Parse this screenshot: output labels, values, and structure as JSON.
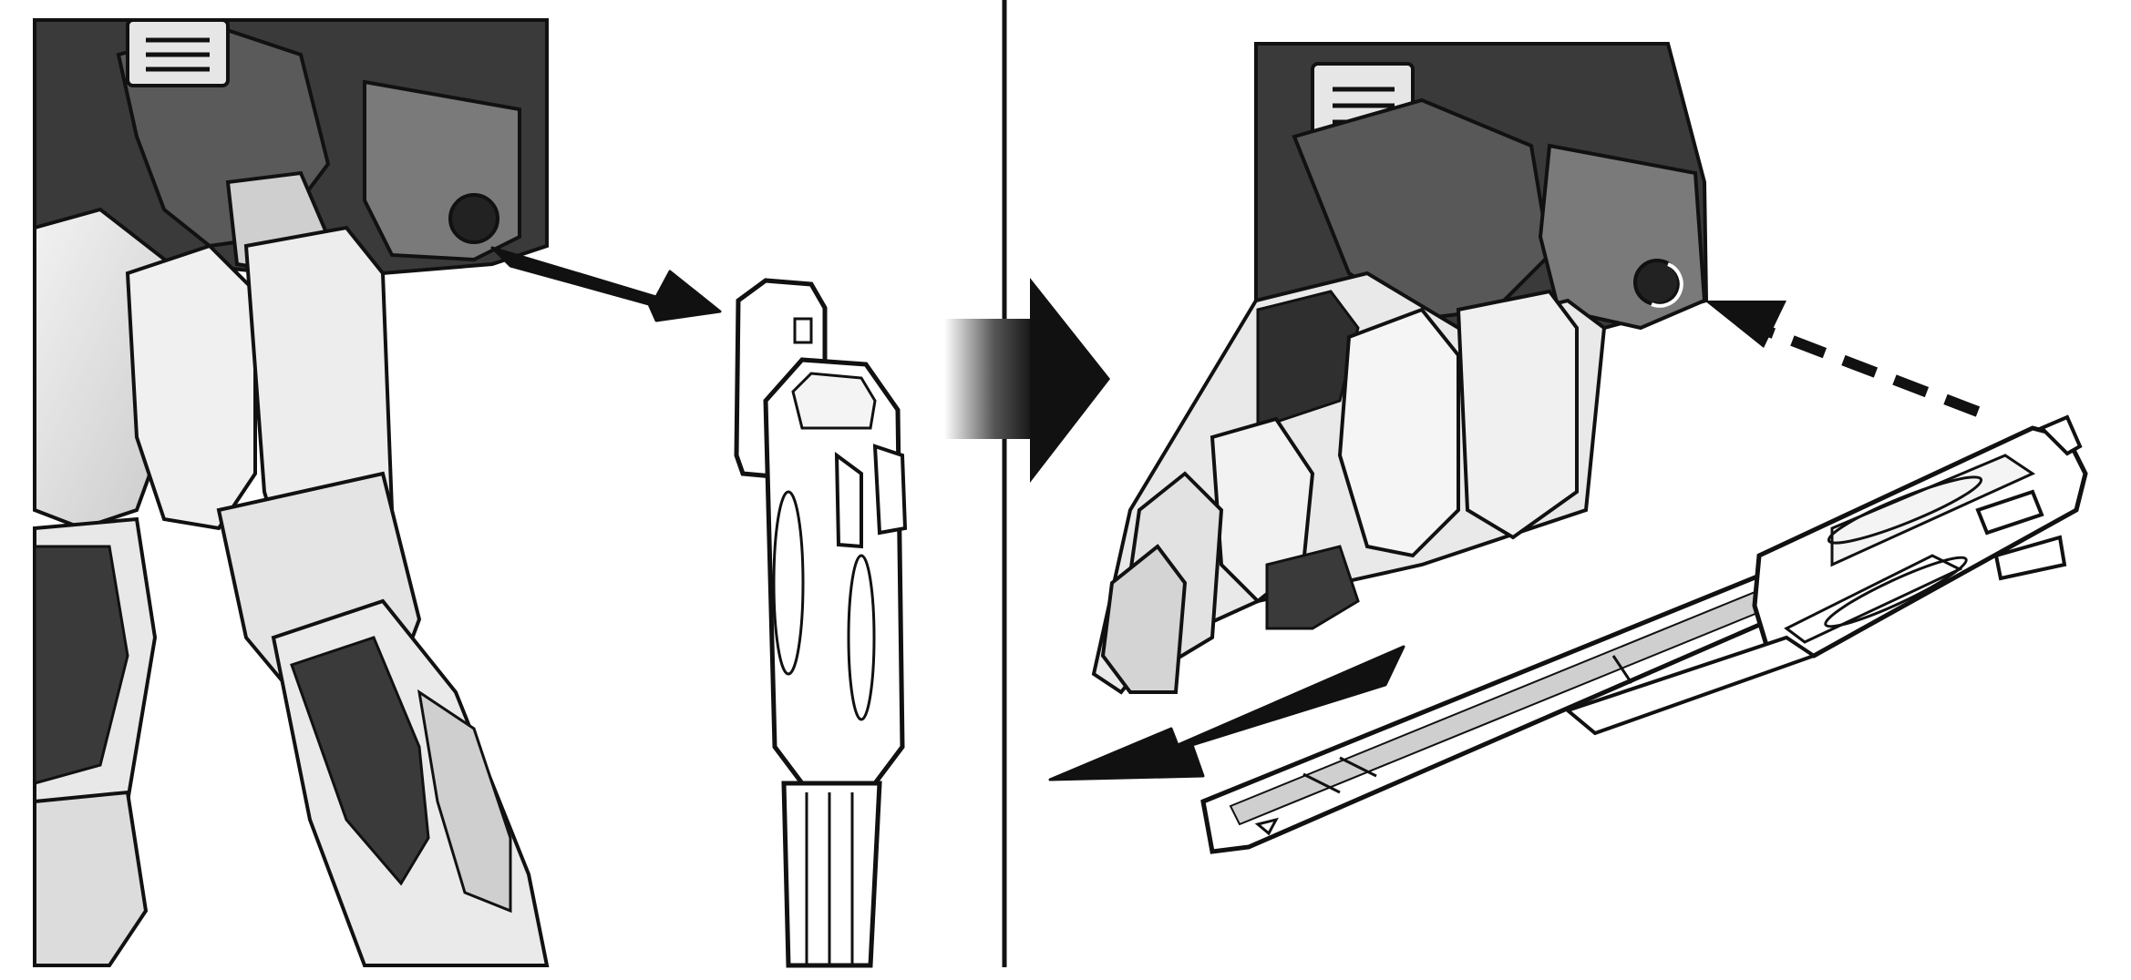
{
  "figure": {
    "kind": "assembly-instruction-illustration",
    "style": "grayscale line art",
    "panels": [
      {
        "step": "detach",
        "subject": "robot-hip-and-leg",
        "part": "beam-saber-hilt",
        "motion": "pull-off-side-armor"
      },
      {
        "step": "reattach",
        "subject": "robot-hip-and-leg",
        "part": "beam-saber-hilt",
        "motion": "slide-onto-connector-peg"
      }
    ]
  },
  "colors": {
    "ink": "#111111",
    "mid_gray": "#6e6e6e",
    "dark_gray": "#3a3a3a",
    "light_gray": "#d9d9d9",
    "paper": "#ffffff"
  },
  "icons": [
    "solid-arrow-right",
    "transition-arrow-right",
    "dashed-arrow-left",
    "solid-arrow-down-left",
    "peg-rotation-mark"
  ]
}
